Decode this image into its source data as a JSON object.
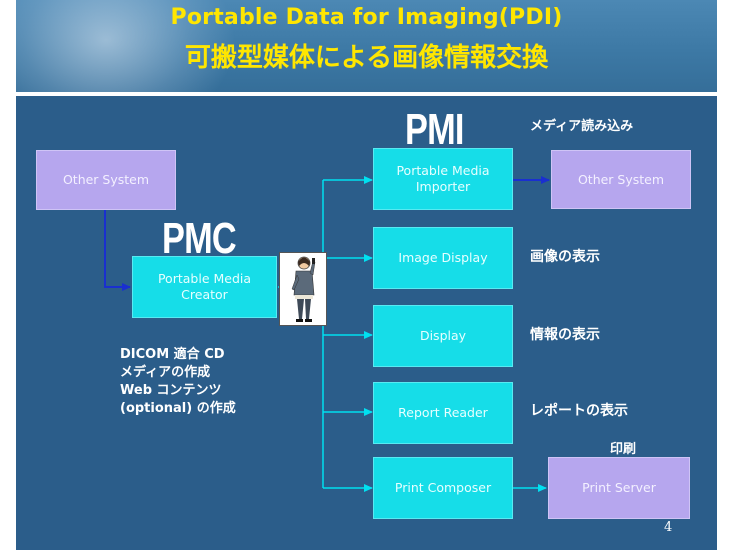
{
  "title": {
    "line1": "Portable Data for Imaging(PDI)",
    "line2": "可搬型媒体による画像情報交換"
  },
  "actors": {
    "pmc_label": "PMC",
    "pmi_label": "PMI"
  },
  "boxes": {
    "other_system_left": "Other System",
    "creator": "Portable Media Creator",
    "importer": "Portable Media Importer",
    "other_system_right": "Other System",
    "image_display": "Image Display",
    "display": "Display",
    "report_reader": "Report Reader",
    "print_composer": "Print Composer",
    "print_server": "Print Server"
  },
  "notes": {
    "media_import": "メディア読み込み",
    "image_display": "画像の表示",
    "info_display": "情報の表示",
    "report_display": "レポートの表示",
    "print": "印刷"
  },
  "description": [
    "DICOM 適合 CD",
    "メディアの作成",
    "Web コンテンツ",
    "(optional) の作成"
  ],
  "page_number": "4",
  "colors": {
    "background": "#2b5d8a",
    "banner": "#3d79a5",
    "title": "#ffe600",
    "lavender_box": "#b6a6ee",
    "cyan_box": "#16dde8",
    "cyan_arrow": "#00e0f0",
    "blue_arrow": "#1a2fd0"
  }
}
